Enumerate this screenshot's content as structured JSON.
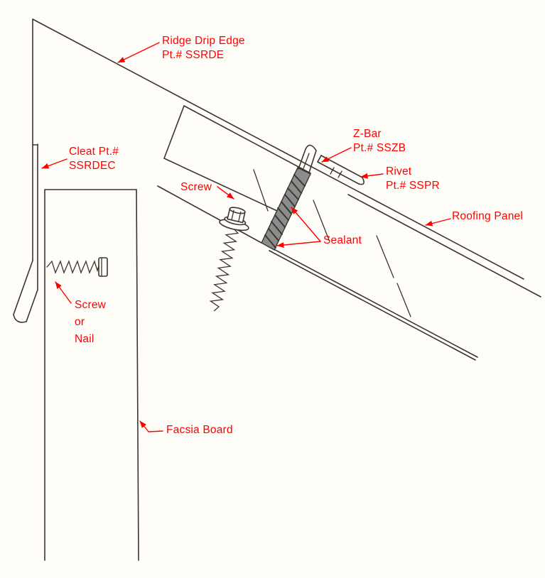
{
  "colors": {
    "bg": "#fffdf8",
    "line_ink": "#3a362f",
    "label_red": "#ff0000",
    "sealant_fill": "#8c8c8c"
  },
  "labels": {
    "ridge_drip_edge": {
      "line1": "Ridge Drip Edge",
      "line2": "Pt.# SSRDE"
    },
    "cleat": {
      "line1": "Cleat Pt.#",
      "line2": "SSRDEC"
    },
    "screw_top": {
      "line1": "Screw"
    },
    "z_bar": {
      "line1": "Z-Bar",
      "line2": "Pt.# SSZB"
    },
    "rivet": {
      "line1": "Rivet",
      "line2": "Pt.# SSPR"
    },
    "roofing_panel": {
      "line1": "Roofing Panel"
    },
    "sealant": {
      "line1": "Sealant"
    },
    "screw_or_nail": {
      "line1": "Screw",
      "line2": "or",
      "line3": "Nail"
    },
    "fascia_board": {
      "line1": "Facsia Board"
    }
  }
}
